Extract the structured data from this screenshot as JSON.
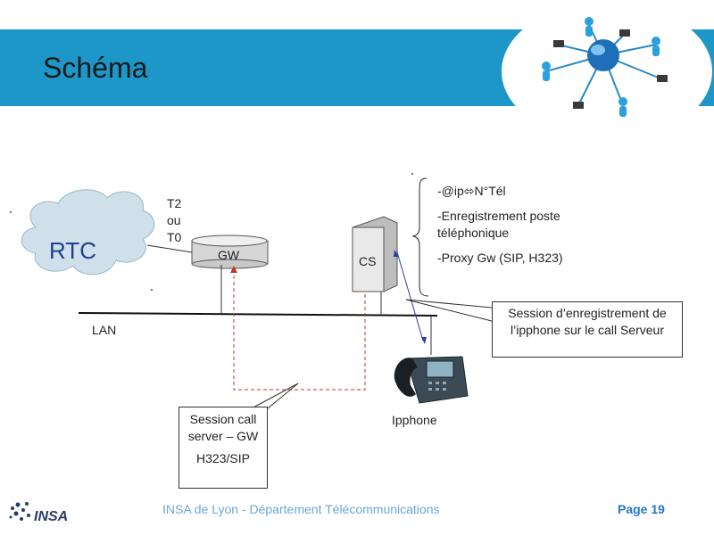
{
  "slide": {
    "title": "Schéma",
    "footer_text": "INSA de Lyon - Département Télécommunications",
    "page_label": "Page 19"
  },
  "colors": {
    "banner": "#1d96c8",
    "footer_text": "#6aa7d8",
    "page_label": "#1f78c8",
    "cloud_fill": "#cfe0ea",
    "rtc_text": "#1f3f8f"
  },
  "diagram": {
    "cloud_label": "RTC",
    "link_label": [
      "T2",
      "ou",
      "T0"
    ],
    "gateway_label": "GW",
    "server_label": "CS",
    "lan_label": "LAN",
    "phone_label": "Ipphone",
    "server_features": [
      "-@ip⬄N°Tél",
      "-Enregistrement poste téléphonique",
      "-Proxy Gw (SIP, H323)"
    ],
    "callout_registration": "Session d’enregistrement de l’ipphone sur le call Serveur",
    "callout_session": {
      "line1": "Session call server – GW",
      "line2": "H323/SIP"
    }
  },
  "icons": {
    "header_image": "network-globe-icon",
    "phone_image": "ip-phone-icon",
    "logo_image": "insa-logo-icon"
  }
}
